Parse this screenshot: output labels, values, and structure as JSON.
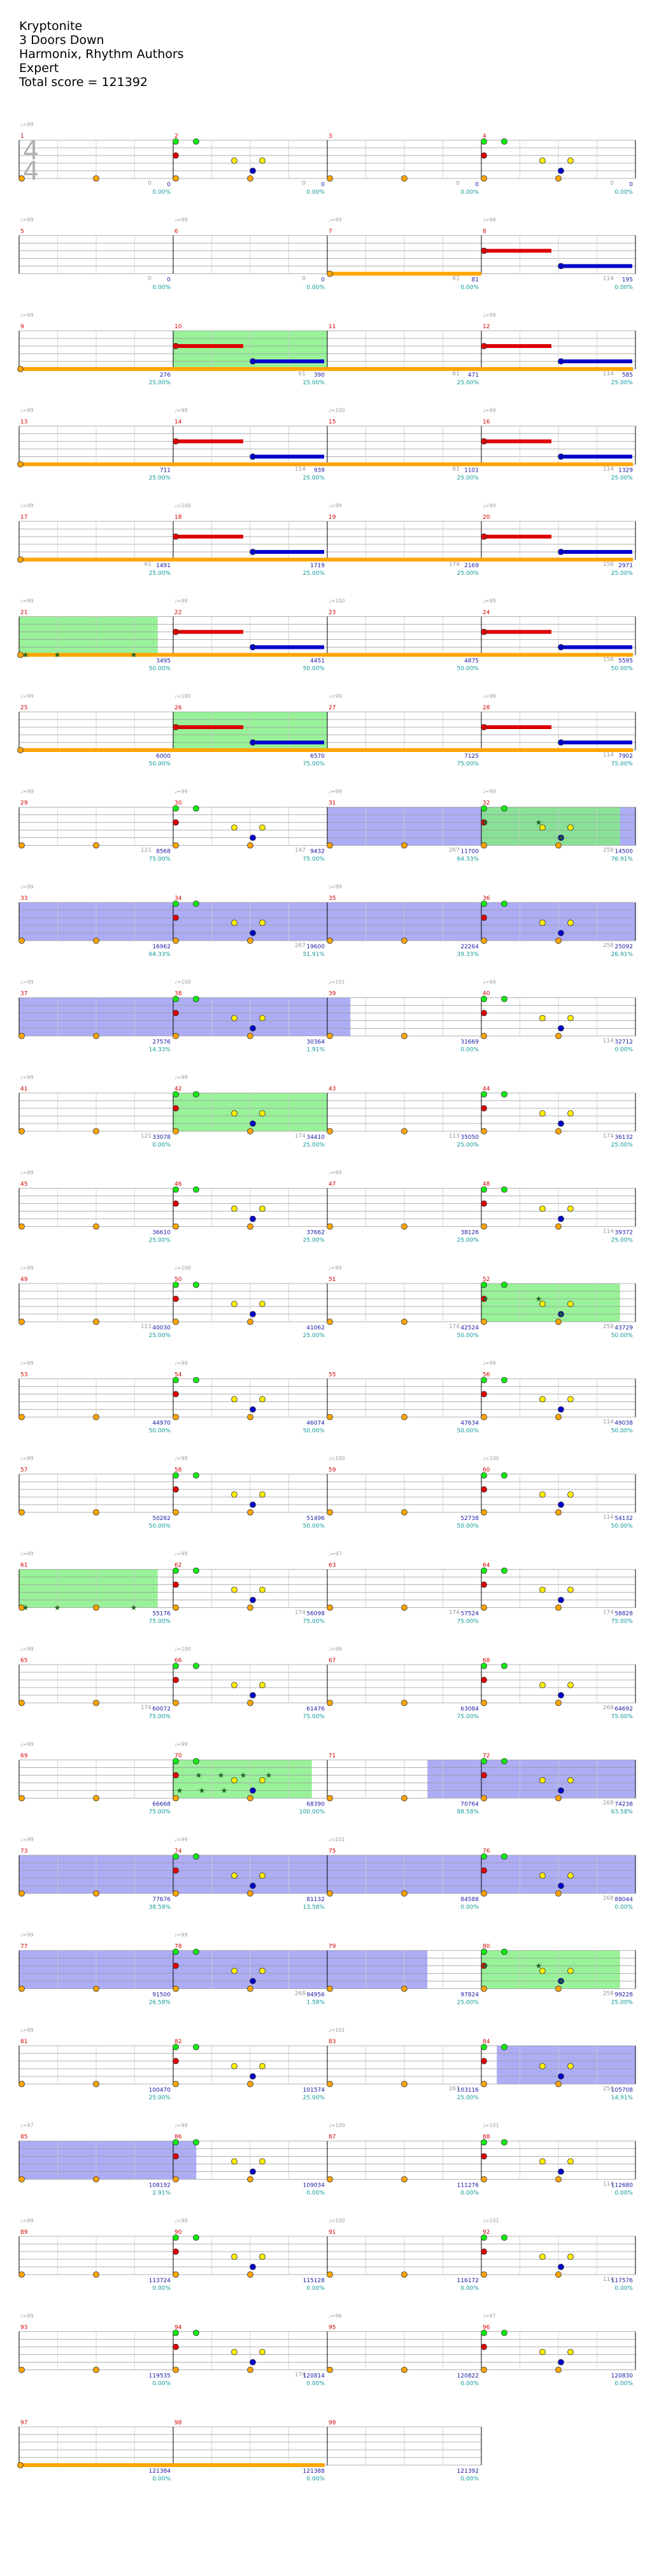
{
  "header": {
    "song": "Kryptonite",
    "artist": "3 Doors Down",
    "charter": "Harmonix, Rhythm Authors",
    "difficulty": "Expert",
    "total_score_label": "Total score = 121392"
  },
  "colors": {
    "staff_line": "#999999",
    "bar_line": "#000000",
    "red_note": "#dd0000",
    "blue_note": "#0000cc",
    "green_note": "#11ee11",
    "yellow_note": "#ffee00",
    "orange_note": "#ffa500",
    "overdrive_phrase": "#80ee80",
    "solo_section": "#7777ee",
    "sustain_red": "#cc0000",
    "star_note": "#226622"
  },
  "time_signature": "4/4",
  "tempo_marker": "♩=99",
  "rows": [
    {
      "measures": [
        1,
        2,
        3,
        4
      ],
      "scores": [
        "0",
        "0",
        "0",
        "0"
      ],
      "pcts": [
        "0.00%",
        "0.00%",
        "0.00%",
        "0.00%"
      ],
      "streaks": [
        "0",
        "0",
        "0",
        "0"
      ],
      "bpm": [
        "♩=99",
        "",
        "",
        ""
      ],
      "ts": true
    },
    {
      "measures": [
        5,
        6,
        7,
        8
      ],
      "scores": [
        "0",
        "0",
        "81",
        "195"
      ],
      "pcts": [
        "0.00%",
        "0.00%",
        "0.00%",
        "0.00%"
      ],
      "streaks": [
        "0",
        "0",
        "61",
        "114"
      ],
      "bpm": [
        "♩=99",
        "♩=99",
        "♩=99",
        "♩=99"
      ]
    },
    {
      "measures": [
        9,
        10,
        11,
        12
      ],
      "scores": [
        "276",
        "390",
        "471",
        "585"
      ],
      "pcts": [
        "25.00%",
        "25.00%",
        "25.00%",
        "25.00%"
      ],
      "streaks": [
        "",
        "61",
        "61",
        "114"
      ],
      "bpm": [
        "♩=99",
        "",
        "",
        "♩=99"
      ]
    },
    {
      "measures": [
        13,
        14,
        15,
        16
      ],
      "scores": [
        "711",
        "939",
        "1101",
        "1329"
      ],
      "pcts": [
        "25.00%",
        "25.00%",
        "25.00%",
        "25.00%"
      ],
      "streaks": [
        "",
        "114",
        "61",
        "114"
      ],
      "bpm": [
        "♩=99",
        "♩=99",
        "♩=100",
        "♩=99"
      ]
    },
    {
      "measures": [
        17,
        18,
        19,
        20
      ],
      "scores": [
        "1491",
        "1719",
        "2169",
        "2971"
      ],
      "pcts": [
        "25.00%",
        "25.00%",
        "25.00%",
        "25.00%"
      ],
      "streaks": [
        "61",
        "",
        "174",
        "158"
      ],
      "bpm": [
        "♩=99",
        "♩=100",
        "♩=99",
        "♩=99"
      ]
    },
    {
      "measures": [
        21,
        22,
        23,
        24
      ],
      "scores": [
        "3495",
        "4451",
        "4875",
        "5595"
      ],
      "pcts": [
        "50.00%",
        "50.00%",
        "50.00%",
        "50.00%"
      ],
      "streaks": [
        "",
        "",
        "",
        "158"
      ],
      "bpm": [
        "♩=99",
        "♩=99",
        "♩=100",
        "♩=99"
      ]
    },
    {
      "measures": [
        25,
        26,
        27,
        28
      ],
      "scores": [
        "6000",
        "6570",
        "7125",
        "7902"
      ],
      "pcts": [
        "50.00%",
        "75.00%",
        "75.00%",
        "75.00%"
      ],
      "streaks": [
        "",
        "",
        "",
        "114"
      ],
      "bpm": [
        "♩=99",
        "♩=100",
        "♩=99",
        "♩=99"
      ]
    },
    {
      "measures": [
        29,
        30,
        31,
        32
      ],
      "scores": [
        "8568",
        "9432",
        "11700",
        "14500"
      ],
      "pcts": [
        "75.00%",
        "75.00%",
        "64.33%",
        "76.91%"
      ],
      "streaks": [
        "121",
        "147",
        "267",
        "258"
      ],
      "bpm": [
        "♩=99",
        "♩=99",
        "♩=99",
        "♩=99"
      ]
    },
    {
      "measures": [
        33,
        34,
        35,
        36
      ],
      "scores": [
        "16962",
        "19600",
        "22264",
        "25092"
      ],
      "pcts": [
        "64.33%",
        "51.91%",
        "39.33%",
        "26.91%"
      ],
      "streaks": [
        "",
        "267",
        "",
        "258"
      ],
      "bpm": [
        "♩=99",
        "",
        "♩=99",
        ""
      ]
    },
    {
      "measures": [
        37,
        38,
        39,
        40
      ],
      "scores": [
        "27576",
        "30364",
        "31669",
        "32712"
      ],
      "pcts": [
        "14.33%",
        "1.91%",
        "0.00%",
        "0.00%"
      ],
      "streaks": [
        "",
        "",
        "",
        "114"
      ],
      "bpm": [
        "♩=99",
        "♩=100",
        "♩=101",
        "♩=99"
      ]
    },
    {
      "measures": [
        41,
        42,
        43,
        44
      ],
      "scores": [
        "33078",
        "34410",
        "35050",
        "36132"
      ],
      "pcts": [
        "0.00%",
        "25.00%",
        "25.00%",
        "25.00%"
      ],
      "streaks": [
        "121",
        "174",
        "113",
        "174"
      ],
      "bpm": [
        "♩=99",
        "♩=99",
        "",
        ""
      ]
    },
    {
      "measures": [
        45,
        46,
        47,
        48
      ],
      "scores": [
        "36610",
        "37662",
        "38126",
        "39372"
      ],
      "pcts": [
        "25.00%",
        "25.00%",
        "25.00%",
        "25.00%"
      ],
      "streaks": [
        "",
        "",
        "",
        "114"
      ],
      "bpm": [
        "♩=99",
        "",
        "♩=99",
        ""
      ]
    },
    {
      "measures": [
        49,
        50,
        51,
        52
      ],
      "scores": [
        "40030",
        "41062",
        "42524",
        "43729"
      ],
      "pcts": [
        "25.00%",
        "25.00%",
        "50.00%",
        "50.00%"
      ],
      "streaks": [
        "113",
        "",
        "174",
        "258"
      ],
      "bpm": [
        "♩=99",
        "♩=100",
        "♩=99",
        ""
      ]
    },
    {
      "measures": [
        53,
        54,
        55,
        56
      ],
      "scores": [
        "44970",
        "46074",
        "47634",
        "49038"
      ],
      "pcts": [
        "50.00%",
        "50.00%",
        "50.00%",
        "50.00%"
      ],
      "streaks": [
        "",
        "",
        "",
        "114"
      ],
      "bpm": [
        "♩=99",
        "♩=99",
        "",
        "♩=99"
      ]
    },
    {
      "measures": [
        57,
        58,
        59,
        60
      ],
      "scores": [
        "50262",
        "51496",
        "52738",
        "54132"
      ],
      "pcts": [
        "50.00%",
        "50.00%",
        "50.00%",
        "50.00%"
      ],
      "streaks": [
        "",
        "",
        "",
        "114"
      ],
      "bpm": [
        "♩=99",
        "♩=99",
        "♩=100",
        "♩=100"
      ]
    },
    {
      "measures": [
        61,
        62,
        63,
        64
      ],
      "scores": [
        "55176",
        "56098",
        "57524",
        "58828"
      ],
      "pcts": [
        "75.00%",
        "75.00%",
        "75.00%",
        "75.00%"
      ],
      "streaks": [
        "",
        "174",
        "174",
        "174"
      ],
      "bpm": [
        "♩=99",
        "♩=99",
        "♩=97",
        ""
      ]
    },
    {
      "measures": [
        65,
        66,
        67,
        68
      ],
      "scores": [
        "60072",
        "61476",
        "63084",
        "64692"
      ],
      "pcts": [
        "75.00%",
        "75.00%",
        "75.00%",
        "75.00%"
      ],
      "streaks": [
        "174",
        "",
        "",
        "268"
      ],
      "bpm": [
        "♩=99",
        "♩=100",
        "♩=98",
        ""
      ]
    },
    {
      "measures": [
        69,
        70,
        71,
        72
      ],
      "scores": [
        "66668",
        "68390",
        "70764",
        "74238"
      ],
      "pcts": [
        "75.00%",
        "100.00%",
        "88.58%",
        "63.58%"
      ],
      "streaks": [
        "",
        "",
        "",
        "268"
      ],
      "bpm": [
        "♩=99",
        "♩=99",
        "",
        ""
      ]
    },
    {
      "measures": [
        73,
        74,
        75,
        76
      ],
      "scores": [
        "77676",
        "81132",
        "84588",
        "88044"
      ],
      "pcts": [
        "38.58%",
        "13.58%",
        "0.00%",
        "0.00%"
      ],
      "streaks": [
        "",
        "",
        "",
        "268"
      ],
      "bpm": [
        "♩=99",
        "♩=99",
        "♩=101",
        ""
      ]
    },
    {
      "measures": [
        77,
        78,
        79,
        80
      ],
      "scores": [
        "91500",
        "94956",
        "97824",
        "99228"
      ],
      "pcts": [
        "26.58%",
        "1.58%",
        "25.00%",
        "25.00%"
      ],
      "streaks": [
        "",
        "268",
        "",
        "258"
      ],
      "bpm": [
        "♩=99",
        "♩=99",
        "",
        ""
      ]
    },
    {
      "measures": [
        81,
        82,
        83,
        84
      ],
      "scores": [
        "100470",
        "101574",
        "103116",
        "105708"
      ],
      "pcts": [
        "25.00%",
        "25.00%",
        "25.00%",
        "14.91%"
      ],
      "streaks": [
        "",
        "",
        "267",
        "258"
      ],
      "bpm": [
        "♩=99",
        "",
        "♩=101",
        ""
      ]
    },
    {
      "measures": [
        85,
        86,
        87,
        88
      ],
      "scores": [
        "108192",
        "109034",
        "111276",
        "112680"
      ],
      "pcts": [
        "2.91%",
        "0.00%",
        "0.00%",
        "0.00%"
      ],
      "streaks": [
        "",
        "",
        "",
        "114"
      ],
      "bpm": [
        "♩=97",
        "♩=99",
        "♩=100",
        "♩=101"
      ]
    },
    {
      "measures": [
        89,
        90,
        91,
        92
      ],
      "scores": [
        "113724",
        "115128",
        "116172",
        "117576"
      ],
      "pcts": [
        "0.00%",
        "0.00%",
        "0.00%",
        "0.00%"
      ],
      "streaks": [
        "",
        "",
        "",
        "114"
      ],
      "bpm": [
        "♩=99",
        "♩=99",
        "♩=100",
        "♩=101"
      ]
    },
    {
      "measures": [
        93,
        94,
        95,
        96
      ],
      "scores": [
        "119535",
        "120814",
        "120822",
        "120830"
      ],
      "pcts": [
        "0.00%",
        "0.00%",
        "0.00%",
        "0.00%"
      ],
      "streaks": [
        "",
        "174",
        "",
        ""
      ],
      "bpm": [
        "♩=99",
        "",
        "♩=96",
        "♩=97"
      ]
    },
    {
      "measures": [
        97,
        98,
        99
      ],
      "scores": [
        "121384",
        "121388",
        "121392"
      ],
      "pcts": [
        "0.00%",
        "0.00%",
        "0.00%"
      ],
      "streaks": [
        "",
        "",
        ""
      ],
      "bpm": [
        "",
        "",
        ""
      ]
    }
  ]
}
